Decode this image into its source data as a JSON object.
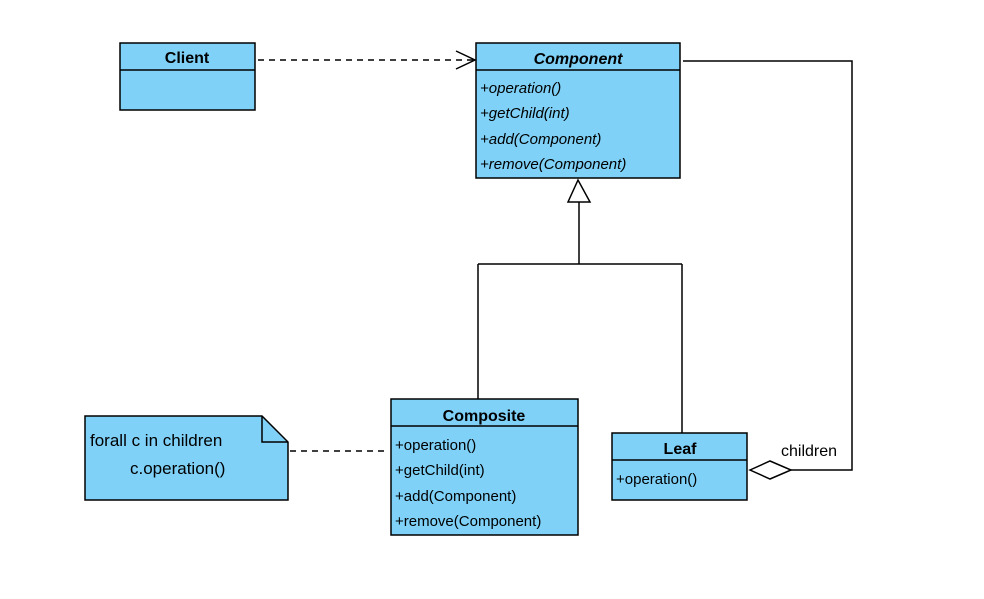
{
  "colors": {
    "class_fill": "#7FD1F7",
    "line": "#000000"
  },
  "classes": {
    "client": {
      "name": "Client",
      "operations": []
    },
    "component": {
      "name": "Component",
      "abstract": true,
      "operations": [
        "+operation()",
        "+getChild(int)",
        "+add(Component)",
        "+remove(Component)"
      ]
    },
    "composite": {
      "name": "Composite",
      "operations": [
        "+operation()",
        "+getChild(int)",
        "+add(Component)",
        "+remove(Component)"
      ]
    },
    "leaf": {
      "name": "Leaf",
      "operations": [
        "+operation()"
      ]
    }
  },
  "note": {
    "lines": [
      "forall c in children",
      "c.operation()"
    ]
  },
  "relations": {
    "aggregation_label": "children"
  }
}
